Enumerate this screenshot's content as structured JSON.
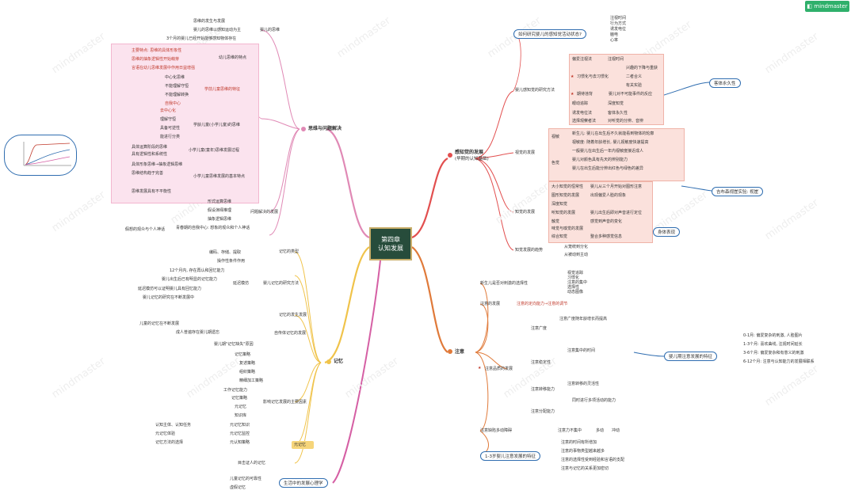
{
  "brand": {
    "logo_text": "mindmaster",
    "watermark": "mindmaster"
  },
  "center": {
    "line1": "第四章",
    "line2": "认知发展"
  },
  "branches": {
    "perception": "感知觉的发展",
    "perception_sub": "(早期的认知基础)",
    "attention": "注意",
    "memory": "记忆",
    "thinking": "思维与问题解决",
    "life_psych": "生活中的发展心理学"
  },
  "perception": {
    "method_q": "如何研究婴儿的感知觉活动状态?",
    "method_answers": [
      "注视时间",
      "行为方式",
      "诱发电位",
      "脑电",
      "心率"
    ],
    "research_methods": "婴儿感知觉的研究方法",
    "methods": [
      {
        "name": "偏爱注视法",
        "desc": "注视时间"
      },
      {
        "name": "习惯化与去习惯化",
        "desc": "兴趣的下降与重获"
      },
      {
        "name": "",
        "desc": "二者合义"
      },
      {
        "name": "",
        "desc": "有关实验"
      },
      {
        "name": "期待违背",
        "desc": "婴儿对不可能事件的反应"
      },
      {
        "name": "操作条件作用法",
        "desc": ""
      },
      {
        "name": "眼动追踪",
        "desc": "深度知觉"
      },
      {
        "name": "诱发电位法",
        "desc": "客体永久性"
      },
      {
        "name": "选择观察者法",
        "desc": "对听觉的分辨、音辨"
      }
    ],
    "object_perm": "客体永久性",
    "visual_dev": "视觉的发展",
    "visual_items": [
      {
        "cat": "视敏",
        "text": "新生儿: 婴儿在出生后不久就能看到物体的轮廓"
      },
      {
        "cat": "",
        "text": "视敏度: 随着年龄增长, 婴儿视敏度快速提高"
      },
      {
        "cat": "",
        "text": "一般婴儿在出生后一年内视敏度接近成人"
      },
      {
        "cat": "色觉",
        "text": "婴儿对颜色具有先天的辨别能力"
      },
      {
        "cat": "",
        "text": "婴儿在出生后能分辨出红色与绿色的差异"
      }
    ],
    "visual_cliff": "吉布森视崖实验: 视崖",
    "perception_dev": "知觉的发展",
    "perception_items": [
      "大小知觉的恒常性",
      "图形知觉的发展",
      "深度知觉",
      "听知觉的发展",
      "触觉",
      "味觉与嗅觉的发展",
      "综合知觉"
    ],
    "perception_notes": [
      "婴儿从三个月开始对图形注意",
      "出现偏爱人脸的现象",
      "婴儿出生后即对声音进行定位",
      "感觉到声音的变化",
      "整合多种感觉信息"
    ],
    "body_image": "身体表现",
    "perception_trend": "知觉发展的趋势",
    "trend_items": [
      "从笼统到分化",
      "从被动到主动"
    ]
  },
  "attention": {
    "infant_attention": "新生儿是否对刺激的选择性",
    "infant_items": [
      "视觉追踪",
      "习惯化",
      "注意的集中",
      "选择性",
      "动态图像"
    ],
    "dev": "注意的发展",
    "dev_note": "注意的定向能力→注意的调节",
    "characteristics": "注意品质的发展",
    "char_items": [
      {
        "name": "注意广度",
        "note": "注意广度随年龄增长而提高"
      },
      {
        "name": "注意稳定性",
        "note": "注意集中的时间"
      },
      {
        "name": "注意转移能力",
        "note": "注意转移的灵活性"
      },
      {
        "name": "注意分配能力",
        "note": "同时进行多项活动的能力"
      }
    ],
    "dev_features": "婴儿期注意发展的特征",
    "feature_items": [
      "0-1月: 偏爱复杂的刺激, 人脸图片",
      "1-3个月: 喜欢曲线, 注视时间延长",
      "3-6个月: 偏爱复杂和有意义的刺激",
      "6-12个月: 注意与认知能力的发展相联系"
    ],
    "hyper": "注意缺陷多动障碍",
    "hyper_items": [
      "注意力不集中",
      "多动",
      "冲动"
    ],
    "child_features": "1-3岁婴儿注意发展的特征",
    "child_items": [
      "注意的时间有所增加",
      "注意的事物类型越来越多",
      "注意的选择性受到经验和言语的支配",
      "注意与记忆的关系更加密切"
    ]
  },
  "memory": {
    "types": "记忆的类型",
    "type_items": [
      "编码、存储、提取",
      "操作性条件作用",
      "延迟模仿"
    ],
    "infant_memory": "婴儿记忆的研究方法",
    "infant_items": [
      "12个月内, 存在再认和回忆能力",
      "婴儿出生后已有明显的记忆能力",
      "延迟模仿可以证明婴儿具有回忆能力",
      "婴儿记忆的研究在不断发展中"
    ],
    "dev": "记忆的发生发展",
    "autobio": "自传体记忆的发展",
    "autobio_items": [
      "儿童的记忆在不断发展",
      "成人普遍存在婴儿期遗忘",
      "婴儿期\"记忆缺失\"原因"
    ],
    "strategy": "记忆策略",
    "strategy_items": [
      "复述策略",
      "组织策略",
      "精细加工策略"
    ],
    "factors": "影响记忆发展的主要因素",
    "factor_items": [
      "工作记忆能力",
      "记忆策略",
      "元记忆",
      "知识库"
    ],
    "metamemory": "元记忆",
    "meta_items": [
      {
        "name": "元记忆知识",
        "note": "认知主体、认知任务"
      },
      {
        "name": "元记忆监控",
        "note": "元记忆体验"
      },
      {
        "name": "元认知策略",
        "note": "记忆方法的选择"
      }
    ],
    "false_memory": "目击证人的记忆",
    "life": [
      "儿童记忆的可靠性",
      "虚假记忆"
    ]
  },
  "thinking": {
    "concept_dev": "婴儿的思维",
    "concept_items": [
      "思维的发生与发展",
      "婴儿的思维以感知运动为主",
      "3个月的婴儿已经开始能够感知物体存在"
    ],
    "preschool": "幼儿思维的特点",
    "preschool_items": [
      "主要特点: 思维的具体形象性",
      "思维的抽象逻辑性开始萌芽",
      "言语在幼儿思维发展中作用日益增强"
    ],
    "school": "学前儿童思维的特征",
    "school_items": [
      "中心化思维",
      "不能理解守恒",
      "不能理解转换",
      "自我中心"
    ],
    "concrete": "学龄儿童(小学儿童)的思维",
    "concrete_items": [
      "去中心化",
      "理解守恒",
      "具备可逆性",
      "能进行分类"
    ],
    "adolescent": "小学儿童(童年)思维发展过程",
    "ado_items": [
      "具体运算阶段的思维",
      "具有逻辑性和系统性"
    ],
    "formal": "小学儿童思维发展的基本特点",
    "formal_items": [
      "具体形象思维→抽象逻辑思维",
      "思维结构趋于完善",
      "思维发展具有不平衡性"
    ],
    "problem": "问题解决的发展",
    "problem_items": [
      "形式运算思维",
      "假设演绎推理",
      "抽象逻辑思维"
    ],
    "problem_note": "青春期的自我中心: 想象的观众和个人神话",
    "problem_sub": "假想的观众与个人神话"
  }
}
